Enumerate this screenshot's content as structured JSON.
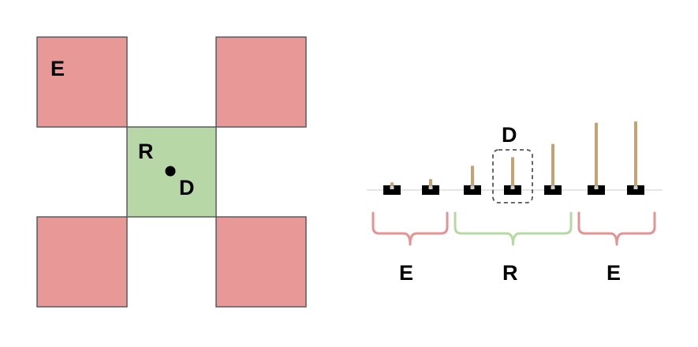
{
  "colors": {
    "excluded": "#e99898",
    "region": "#b7d7a7",
    "square_stroke": "#5a5a5a",
    "brace_excluded": "#e29494",
    "brace_region": "#b5d8a4",
    "pole": "#c4a373",
    "cart": "#000000",
    "track": "#dddddd",
    "dashed_box": "#555555"
  },
  "left_diagram": {
    "label_e": "E",
    "label_r": "R",
    "label_d": "D"
  },
  "right_diagram": {
    "label_d": "D",
    "groups": [
      {
        "label": "E",
        "kind": "excluded"
      },
      {
        "label": "R",
        "kind": "region"
      },
      {
        "label": "E",
        "kind": "excluded"
      }
    ],
    "pole_lengths": [
      0.08,
      0.13,
      0.33,
      0.46,
      0.66,
      0.98,
      1.0
    ]
  }
}
